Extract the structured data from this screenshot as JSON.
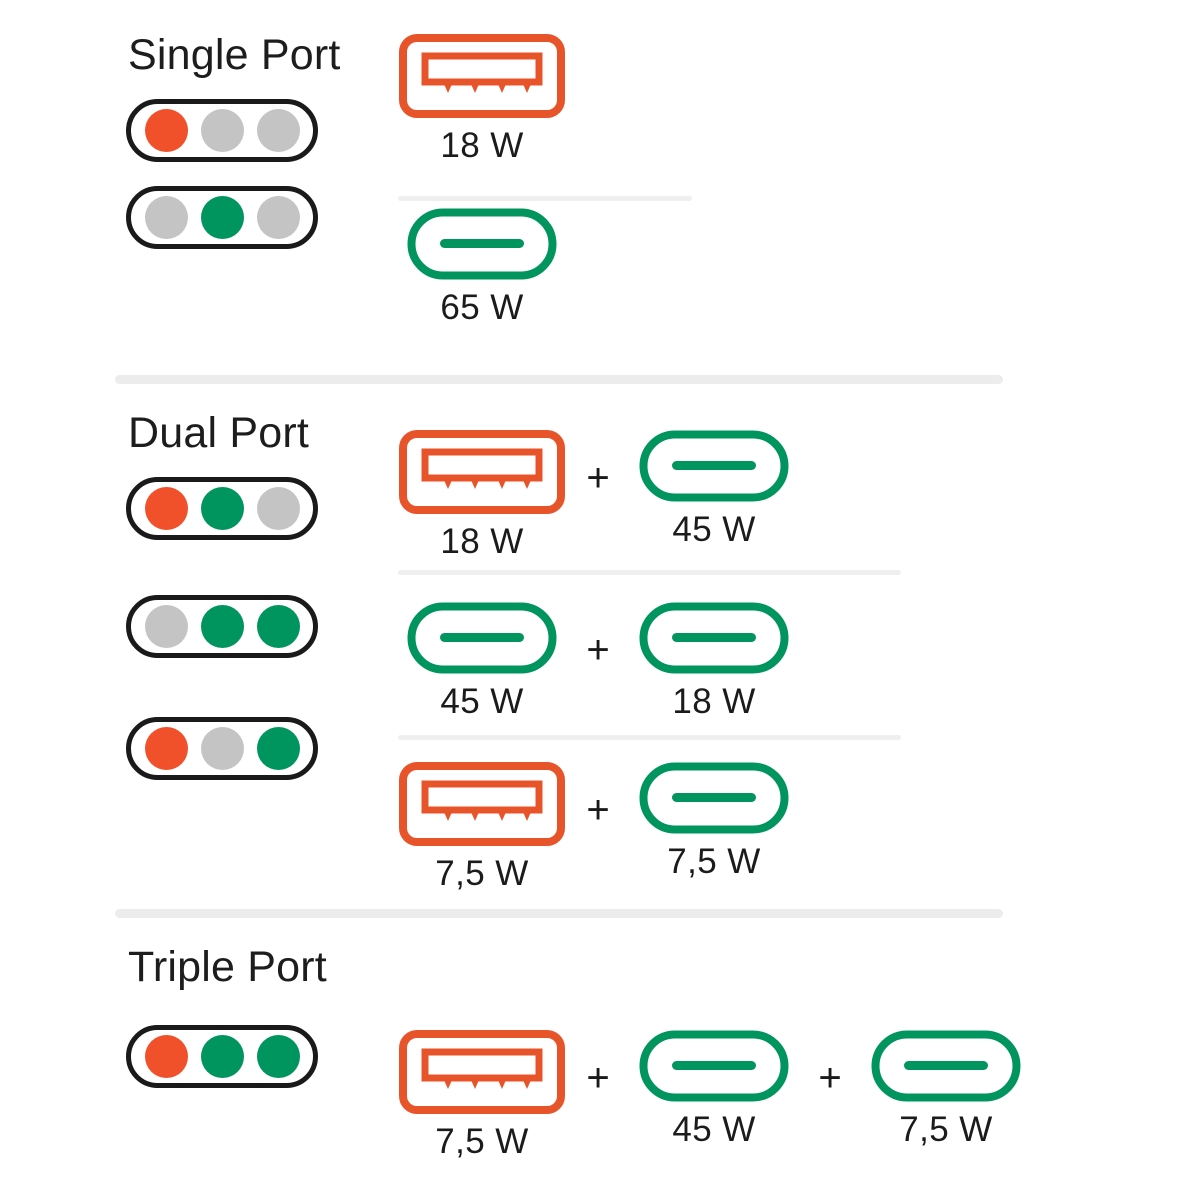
{
  "colors": {
    "usb_a_orange": "#E8542A",
    "usb_c_green": "#00945E",
    "dot_orange": "#F0512A",
    "dot_green": "#00945E",
    "dot_gray": "#C4C4C4",
    "pill_outline": "#1a1a1a",
    "divider_major": "#ececec",
    "divider_minor": "#efefef",
    "text": "#1b1b1b",
    "background": "#ffffff"
  },
  "plus_symbol": "+",
  "sections": [
    {
      "id": "single",
      "title": "Single Port",
      "rows": [
        {
          "dots": [
            "orange",
            "gray",
            "gray"
          ],
          "ports": [
            {
              "type": "usb-a",
              "color": "orange",
              "watt": "18 W"
            }
          ]
        },
        {
          "dots": [
            "gray",
            "green",
            "gray"
          ],
          "ports": [
            {
              "type": "usb-c",
              "color": "green",
              "watt": "65 W"
            }
          ]
        }
      ]
    },
    {
      "id": "dual",
      "title": "Dual Port",
      "rows": [
        {
          "dots": [
            "orange",
            "green",
            "gray"
          ],
          "ports": [
            {
              "type": "usb-a",
              "color": "orange",
              "watt": "18 W"
            },
            {
              "type": "usb-c",
              "color": "green",
              "watt": "45 W"
            }
          ]
        },
        {
          "dots": [
            "gray",
            "green",
            "green"
          ],
          "ports": [
            {
              "type": "usb-c",
              "color": "green",
              "watt": "45 W"
            },
            {
              "type": "usb-c",
              "color": "green",
              "watt": "18 W"
            }
          ]
        },
        {
          "dots": [
            "orange",
            "gray",
            "green"
          ],
          "ports": [
            {
              "type": "usb-a",
              "color": "orange",
              "watt": "7,5 W"
            },
            {
              "type": "usb-c",
              "color": "green",
              "watt": "7,5 W"
            }
          ]
        }
      ]
    },
    {
      "id": "triple",
      "title": "Triple Port",
      "rows": [
        {
          "dots": [
            "orange",
            "green",
            "green"
          ],
          "ports": [
            {
              "type": "usb-a",
              "color": "orange",
              "watt": "7,5 W"
            },
            {
              "type": "usb-c",
              "color": "green",
              "watt": "45 W"
            },
            {
              "type": "usb-c",
              "color": "green",
              "watt": "7,5 W"
            }
          ]
        }
      ]
    }
  ]
}
